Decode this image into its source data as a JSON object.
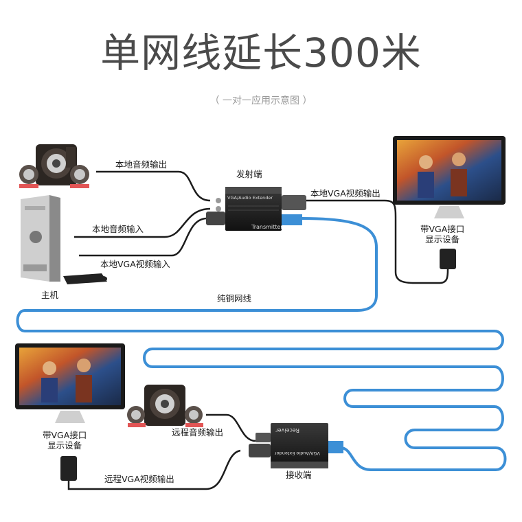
{
  "title": "单网线延长300米",
  "subtitle": "（ 一对一应用示意图 ）",
  "labels": {
    "transmitter_end": "发射端",
    "local_audio_output": "本地音频输出",
    "local_audio_input": "本地音频输入",
    "local_vga_input": "本地VGA视频输入",
    "local_vga_output": "本地VGA视频输出",
    "host": "主机",
    "display_top": "带VGA接口\n显示设备",
    "pure_copper_cable": "纯铜网线",
    "display_bottom": "带VGA接口\n显示设备",
    "remote_audio_output": "远程音频输出",
    "remote_vga_output": "远程VGA视频输出",
    "receiver_end": "接收端"
  },
  "devices": {
    "transmitter_brand": "VGA/Audio Extender",
    "transmitter_name": "Transmitter",
    "receiver_brand": "VGA/Audio Extender",
    "receiver_name": "Receiver"
  },
  "colors": {
    "cable_network": "#3c8fd6",
    "cable_black": "#1c1c1c",
    "title": "#4a4a4a"
  }
}
